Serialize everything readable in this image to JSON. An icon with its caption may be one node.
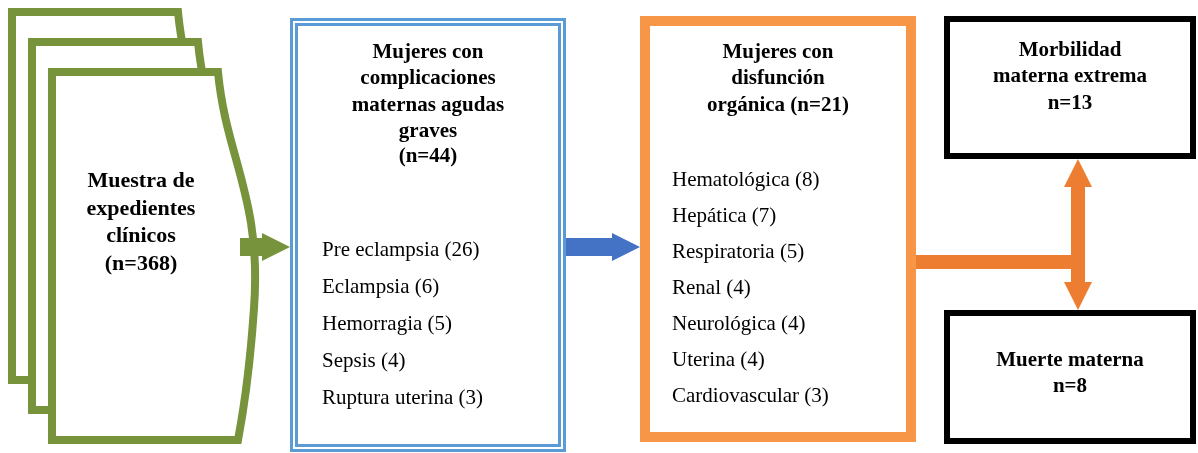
{
  "diagram": {
    "nodes": [
      {
        "text": [
          "Muestra de expedientes clínicos (n=368)"
        ]
      },
      {
        "text": [
          "Mujeres con complicaciones maternas agudas graves",
          "(n=44)",
          "Pre eclampsia (26)",
          "Eclampsia (6)",
          "Hemorragia (5)",
          "Sepsis (4)",
          "Ruptura uterina (3)"
        ]
      },
      {
        "text": [
          "Mujeres con disfunción orgánica (n=21)",
          "Hematológica (8)",
          "Hepática (7)",
          "Respiratoria (5)",
          "Renal (4)",
          "Neurológica (4)",
          "Uterina (4)",
          "Cardiovascular (3)"
        ]
      },
      {
        "text": [
          "Morbilidad materna extrema n=13"
        ]
      },
      {
        "text": [
          "Muerte materna n=8"
        ]
      }
    ],
    "edges": [
      {
        "from": 0,
        "to": 1,
        "arrow": "to",
        "color": "#77933c"
      },
      {
        "from": 1,
        "to": 2,
        "arrow": "to",
        "color": "#4472c4"
      },
      {
        "from": 2,
        "to": 3,
        "arrow": "to",
        "color": "#ed7d31"
      },
      {
        "from": 2,
        "to": 4,
        "arrow": "to",
        "color": "#ed7d31"
      }
    ]
  }
}
